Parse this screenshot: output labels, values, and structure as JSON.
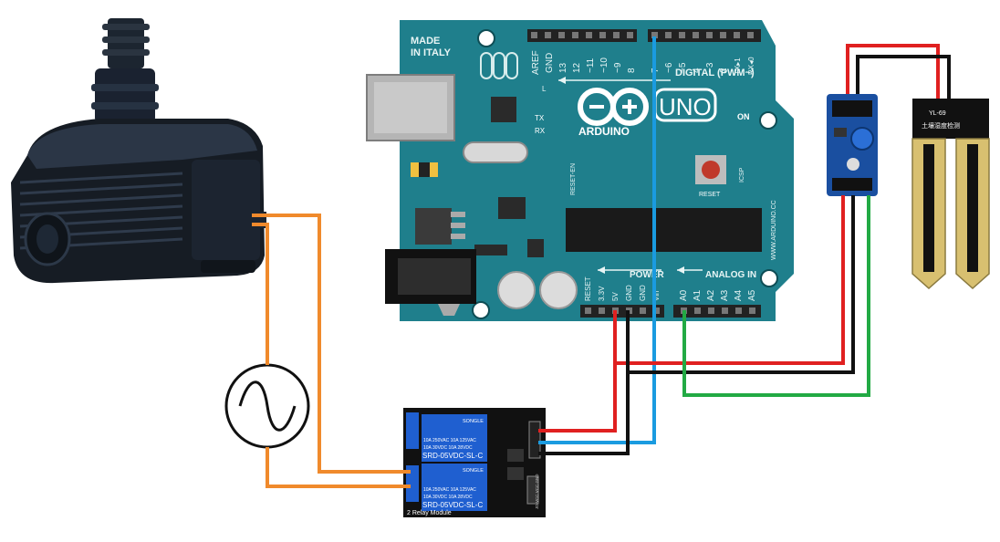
{
  "arduino": {
    "made_in": "MADE",
    "italy": "IN ITALY",
    "brand": "ARDUINO",
    "model": "UNO",
    "on_label": "ON",
    "tx_label": "TX",
    "rx_label": "RX",
    "reset_label": "RESET",
    "reset_en": "RESET-EN",
    "icsp": "ICSP",
    "website": "WWW.ARDUINO.CC",
    "digital_label": "DIGITAL (PWM~)",
    "aref": "AREF",
    "gnd_top": "GND",
    "digital_pins": [
      "13",
      "12",
      "~11",
      "~10",
      "~9",
      "8",
      "7",
      "~6",
      "~5",
      "4",
      "~3",
      "2",
      "TX▸1",
      "RX◂0"
    ],
    "l_label": "L",
    "power_label": "POWER",
    "analog_label": "ANALOG IN",
    "power_pins": [
      "RESET",
      "3.3V",
      "5V",
      "GND",
      "GND",
      "Vin"
    ],
    "analog_pins": [
      "A0",
      "A1",
      "A2",
      "A3",
      "A4",
      "A5"
    ]
  },
  "relay": {
    "brand": "SONGLE",
    "rating_line1": "10A 250VAC  10A 125VAC",
    "rating_line2": "10A  30VDC  10A  28VDC",
    "model": "SRD-05VDC-SL-C",
    "module_label": "2 Relay Module",
    "side_label": "JD-VCC VCC GND"
  },
  "sensor": {
    "probe_label": "YL-69",
    "probe_cn": "土壤湿度检测"
  },
  "colors": {
    "board": "#1f7f8c",
    "wire_red": "#e02020",
    "wire_black": "#111111",
    "wire_blue": "#1a9be0",
    "wire_green": "#22aa44",
    "wire_orange": "#f08a2c",
    "relay_blue": "#1f5fd0"
  },
  "icons": [
    "water-pump-icon",
    "ac-source-icon",
    "soil-probe-icon"
  ]
}
